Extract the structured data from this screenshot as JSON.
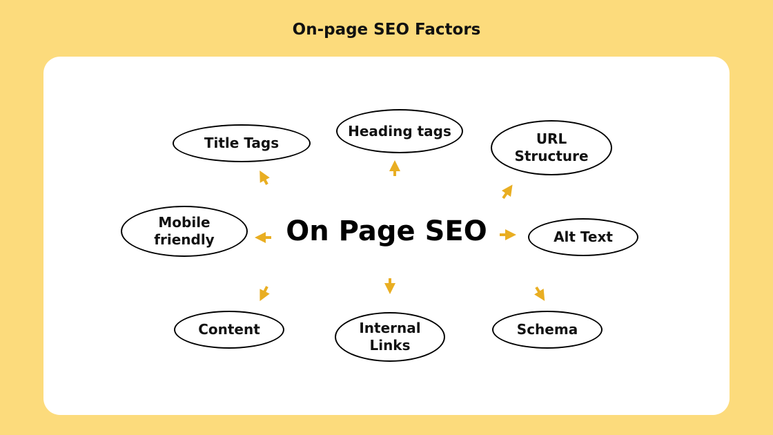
{
  "title": "On-page SEO Factors",
  "center": "On Page SEO",
  "nodes": {
    "title_tags": "Title Tags",
    "heading_tags": "Heading tags",
    "url_structure": "URL Structure",
    "mobile_friendly": "Mobile friendly",
    "alt_text": "Alt Text",
    "content": "Content",
    "internal_links": "Internal Links",
    "schema": "Schema"
  },
  "colors": {
    "background": "#FCDB7C",
    "arrow": "#E9AE22"
  }
}
